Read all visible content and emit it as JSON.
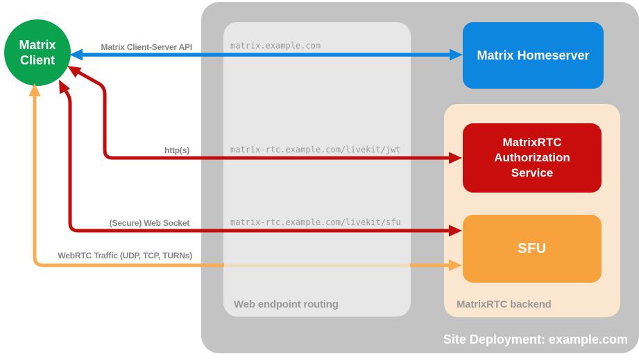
{
  "nodes": {
    "client": {
      "label": "Matrix Client",
      "color": "#0aa14f"
    },
    "homeserver": {
      "label": "Matrix Homeserver",
      "color": "#0d86e0"
    },
    "auth_service": {
      "label": "MatrixRTC Authorization Service",
      "color": "#c90d0d"
    },
    "sfu": {
      "label": "SFU",
      "color": "#f7a23c"
    }
  },
  "panels": {
    "deployment": {
      "title": "Site Deployment: example.com",
      "color": "#c3c3c3"
    },
    "routing": {
      "title": "Web endpoint routing",
      "color": "#e7e7e7"
    },
    "backend": {
      "title": "MatrixRTC backend",
      "color": "#fbe7cf"
    }
  },
  "endpoints": {
    "homeserver": "matrix.example.com",
    "jwt": "matrix-rtc.example.com/livekit/jwt",
    "sfu": "matrix-rtc.example.com/livekit/sfu"
  },
  "arrows": {
    "client_server_api": {
      "label": "Matrix Client-Server API",
      "color": "#0d86e0"
    },
    "https": {
      "label": "http(s)",
      "color": "#c20d0d"
    },
    "websocket": {
      "label": "(Secure) Web Socket",
      "color": "#c20d0d"
    },
    "webrtc": {
      "label": "WebRTC Traffic (UDP, TCP, TURNs)",
      "color": "#f9ad52",
      "dimmed_color": "#efddc2"
    }
  }
}
